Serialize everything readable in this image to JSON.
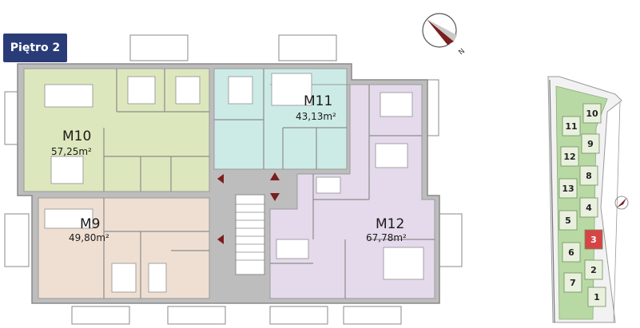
{
  "floor_label": "Piętro 2",
  "compass_letter": "N",
  "apartments": [
    {
      "id": "M10",
      "area": "57,25m²",
      "color": "#dde7bd"
    },
    {
      "id": "M11",
      "area": "43,13m²",
      "color": "#cdebe6"
    },
    {
      "id": "M9",
      "area": "49,80m²",
      "color": "#efdfd2"
    },
    {
      "id": "M12",
      "area": "67,78m²",
      "color": "#e4daec"
    }
  ],
  "site_plan": {
    "buildings": [
      "10",
      "11",
      "9",
      "12",
      "8",
      "13",
      "4",
      "5",
      "3",
      "6",
      "2",
      "7",
      "1"
    ],
    "selected": "3",
    "selected_color": "#d64545"
  }
}
